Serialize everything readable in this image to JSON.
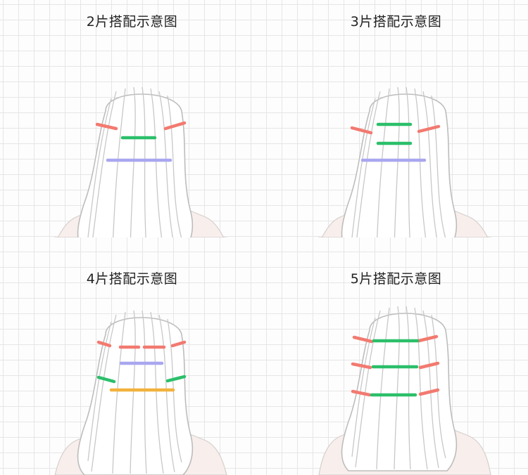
{
  "panels": [
    {
      "title": "2片搭配示意图",
      "clips": [
        {
          "color": "#f27a70"
        },
        {
          "color": "#f27a70"
        },
        {
          "color": "#2bbf6a"
        },
        {
          "color": "#a9a6f0"
        }
      ]
    },
    {
      "title": "3片搭配示意图",
      "clips": [
        {
          "color": "#f27a70"
        },
        {
          "color": "#f27a70"
        },
        {
          "color": "#2bbf6a"
        },
        {
          "color": "#2bbf6a"
        },
        {
          "color": "#a9a6f0"
        }
      ]
    },
    {
      "title": "4片搭配示意图",
      "clips": [
        {
          "color": "#f27a70"
        },
        {
          "color": "#f27a70"
        },
        {
          "color": "#f27a70"
        },
        {
          "color": "#f27a70"
        },
        {
          "color": "#a9a6f0"
        },
        {
          "color": "#2bbf6a"
        },
        {
          "color": "#2bbf6a"
        },
        {
          "color": "#f2b23c"
        }
      ]
    },
    {
      "title": "5片搭配示意图",
      "clips": [
        {
          "color": "#f27a70"
        },
        {
          "color": "#f27a70"
        },
        {
          "color": "#f27a70"
        },
        {
          "color": "#f27a70"
        },
        {
          "color": "#f27a70"
        },
        {
          "color": "#f27a70"
        },
        {
          "color": "#2bbf6a"
        },
        {
          "color": "#2bbf6a"
        },
        {
          "color": "#2bbf6a"
        }
      ]
    }
  ]
}
